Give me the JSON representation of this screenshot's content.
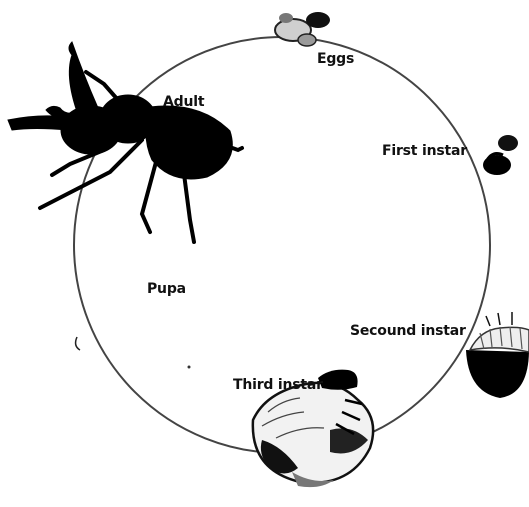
{
  "stages": {
    "eggs": "Eggs",
    "first_instar": "First instar",
    "second_instar": "Secound instar",
    "third_instar": "Third instar",
    "pupa": "Pupa",
    "adult": "Adult"
  },
  "colors": {
    "cycle_line": "#444444",
    "silhouette": "#000000",
    "background": "#ffffff"
  }
}
